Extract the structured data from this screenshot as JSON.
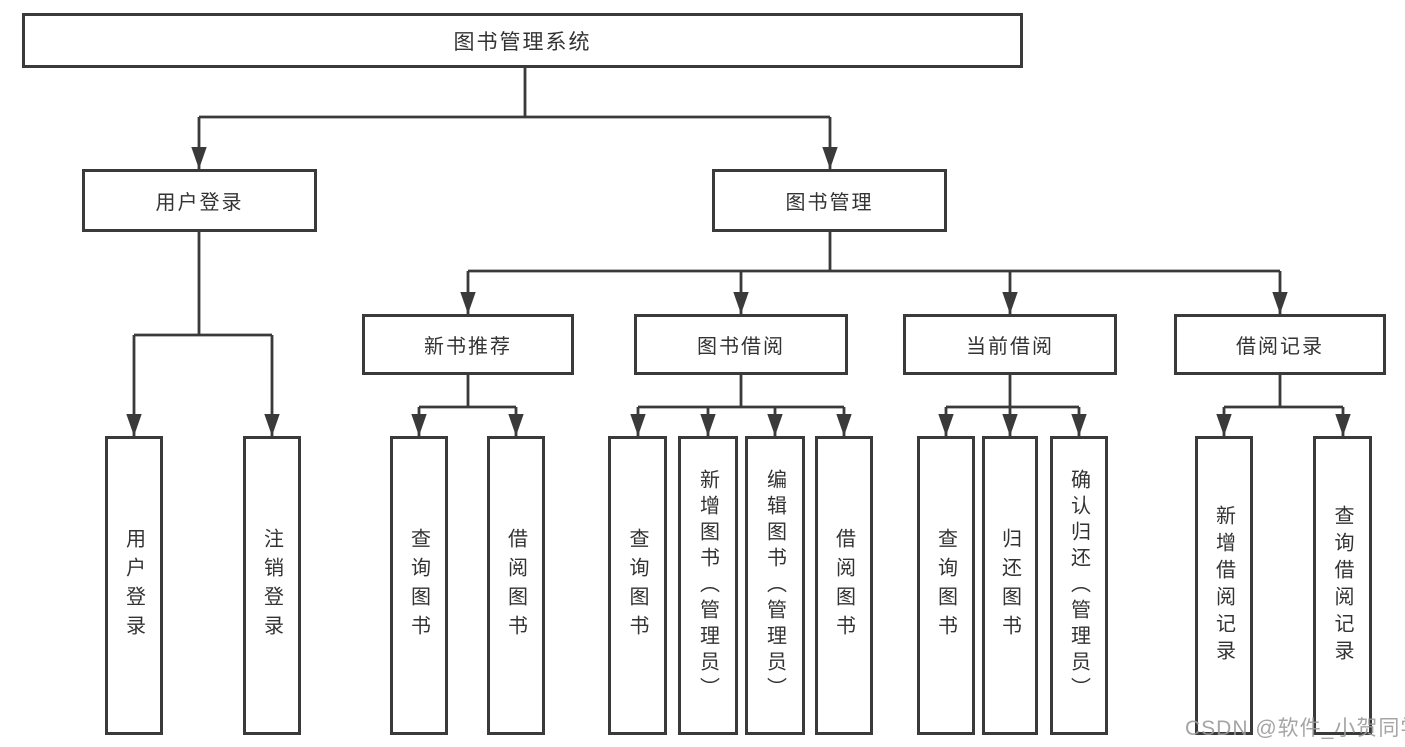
{
  "diagram": {
    "root": {
      "label": "图书管理系统"
    },
    "branches": [
      {
        "label": "用户登录",
        "children": [
          {
            "label": "用户登录"
          },
          {
            "label": "注销登录"
          }
        ]
      },
      {
        "label": "图书管理",
        "children": [
          {
            "label": "新书推荐",
            "children": [
              {
                "label": "查询图书"
              },
              {
                "label": "借阅图书"
              }
            ]
          },
          {
            "label": "图书借阅",
            "children": [
              {
                "label": "查询图书"
              },
              {
                "label": "新增图书（管理员）"
              },
              {
                "label": "编辑图书（管理员）"
              },
              {
                "label": "借阅图书"
              }
            ]
          },
          {
            "label": "当前借阅",
            "children": [
              {
                "label": "查询图书"
              },
              {
                "label": "归还图书"
              },
              {
                "label": "确认归还（管理员）"
              }
            ]
          },
          {
            "label": "借阅记录",
            "children": [
              {
                "label": "新增借阅记录"
              },
              {
                "label": "查询借阅记录"
              }
            ]
          }
        ]
      }
    ]
  },
  "watermark": {
    "text": "CSDN @软件_小贺同学"
  },
  "colors": {
    "line": "#3a3a3a",
    "text": "#333333",
    "background": "#ffffff",
    "watermark": "#9b9b9b"
  }
}
